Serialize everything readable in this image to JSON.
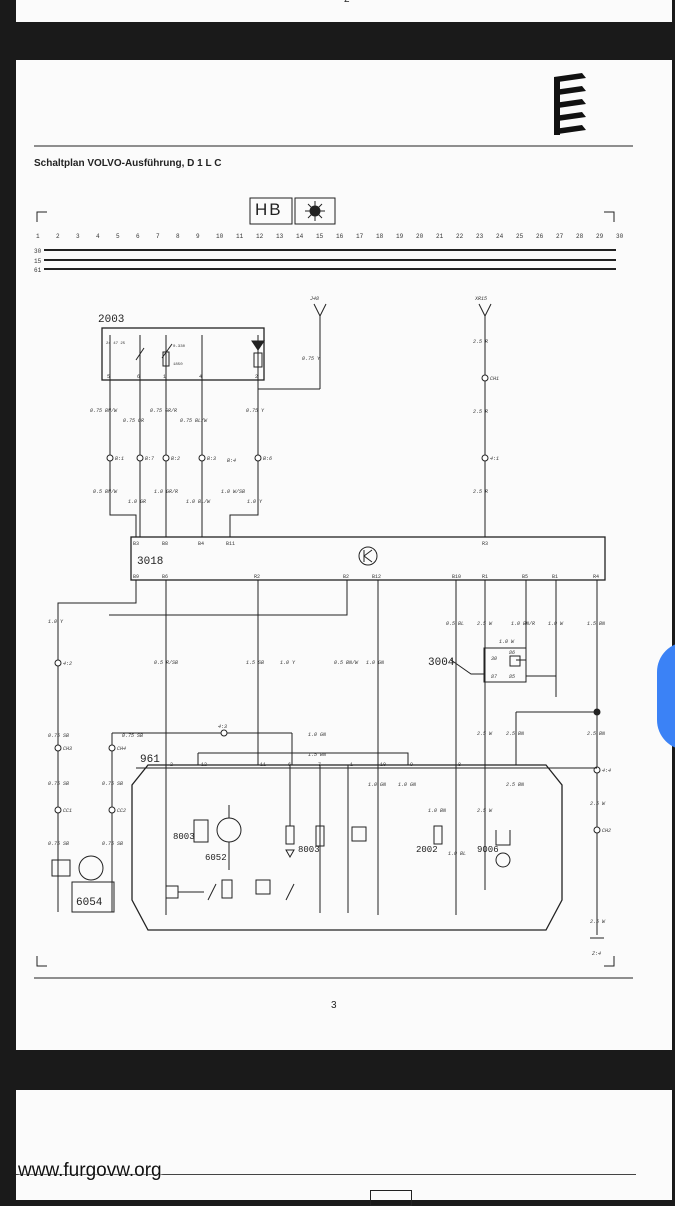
{
  "prev_page": {
    "page_number": "2"
  },
  "page": {
    "title": "Schaltplan VOLVO-Ausführung, D 1 L C",
    "hb_label": "HB",
    "page_number": "3"
  },
  "ruler": {
    "numbers": [
      "1",
      "2",
      "3",
      "4",
      "5",
      "6",
      "7",
      "8",
      "9",
      "10",
      "11",
      "12",
      "13",
      "14",
      "15",
      "16",
      "17",
      "18",
      "19",
      "20",
      "21",
      "22",
      "23",
      "24",
      "25",
      "26",
      "27",
      "28",
      "29",
      "30"
    ]
  },
  "buses": [
    "30",
    "15",
    "61"
  ],
  "components": {
    "c2003": "2003",
    "c3018": "3018",
    "c3004": "3004",
    "c961": "961",
    "c6054": "6054",
    "c8003a": "8003",
    "c8003b": "8003",
    "c6052": "6052",
    "c2002": "2002",
    "c9006": "9006"
  },
  "wires": {
    "j48": "J48",
    "xr15": "XR15",
    "w075y_top": "0.75 Y",
    "w25r_top": "2.5 R",
    "ch1": "CH1",
    "w25r_mid": "2.5 R",
    "x41": "4:1",
    "w25r_low": "2.5 R",
    "w075bnw": "0.75 BN/W",
    "w075gr": "0.75 GR",
    "w075grr": "0.75 GR/R",
    "w075blw": "0.75 BL/W",
    "w075y2": "0.75 Y",
    "b1": "B:1",
    "b7": "B:7",
    "b2": "B:2",
    "b3": "B:3",
    "b4": "B:4",
    "b6": "B:6",
    "w05bnw": "0.5 BN/W",
    "w10gr": "1.0 GR",
    "w10grr": "1.0 GR/R",
    "w10blw": "1.0 BL/W",
    "w10wsb": "1.0 W/SB",
    "w10y": "1.0 Y"
  },
  "pins_top": [
    "B3",
    "B8",
    "B4",
    "B11",
    "R3"
  ],
  "pins_bottom": [
    "B9",
    "B6",
    "R2",
    "B2",
    "B12",
    "B10",
    "R1",
    "B5",
    "B1",
    "R4"
  ],
  "pins_2003": [
    "5",
    "6",
    "1",
    "4",
    "2"
  ],
  "texts_2003": [
    "2x 47 25",
    "0-330",
    "1850"
  ],
  "lower_wires": {
    "l10y": "1.0 Y",
    "l42": "4:2",
    "l05rsb": "0.5 R/SB",
    "l15sb": "1.5 SB",
    "l10y2": "1.0 Y",
    "l05bnw": "0.5 BN/W",
    "l10gn": "1.0 GN",
    "l05bl": "0.5 BL",
    "l25w": "2.5 W",
    "l10bnr": "1.0 BN/R",
    "l10w": "1.0 W",
    "l15bn": "1.5 BN",
    "r10w": "1.0 W",
    "r30": "30",
    "r86": "86",
    "r87": "87",
    "r85": "85",
    "l075sb_a": "0.75 SB",
    "l075sb_b": "0.75 SB",
    "ch3": "CH3",
    "ch4": "CH4",
    "l43": "4:3",
    "l10gn2": "1.0 GN",
    "l15bn2": "1.5 BN",
    "l25w2": "2.5 W",
    "l25bn": "2.5 BN",
    "l25bn2": "2.5 BN",
    "l44": "4:4",
    "l075sb_c": "0.75 SB",
    "l075sb_d": "0.75 SB",
    "cc1": "CC1",
    "cc2": "CC2",
    "l075sb_e": "0.75 SB",
    "l075sb_f": "0.75 SB",
    "l25w3": "2.5 W",
    "ch2": "CH2",
    "l10gn3": "1.0 GN",
    "l10gn4": "1.0 GN",
    "l10bn": "1.0 BN",
    "l10bl": "1.0 BL",
    "l25w4": "2.5 W",
    "l25bn3": "2.5 BN",
    "l25w5": "2.5 W",
    "z14": "Z:4"
  },
  "pins_961": [
    "2",
    "12",
    "11",
    "6",
    "7",
    "1",
    "10",
    "9",
    "8"
  ],
  "watermark": "www.furgovw.org"
}
